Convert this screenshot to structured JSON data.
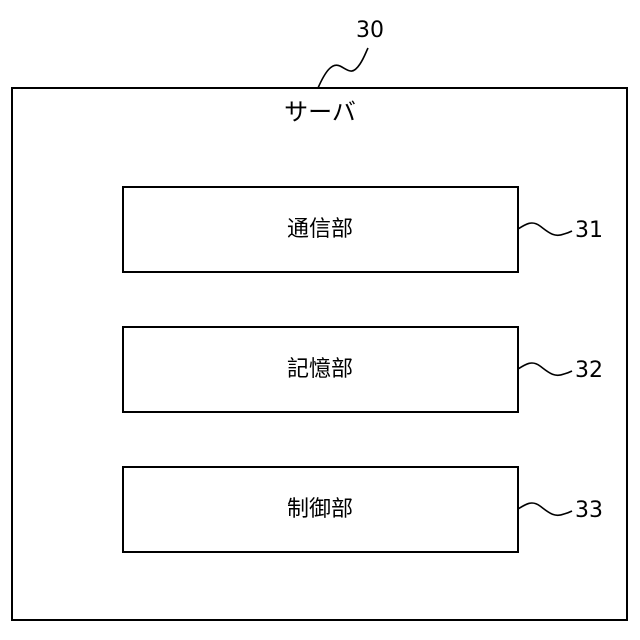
{
  "diagram": {
    "ref_number": "30",
    "title": "サーバ",
    "units": [
      {
        "label": "通信部",
        "ref": "31"
      },
      {
        "label": "記憶部",
        "ref": "32"
      },
      {
        "label": "制御部",
        "ref": "33"
      }
    ]
  },
  "colors": {
    "line": "#000000",
    "background": "#ffffff"
  }
}
